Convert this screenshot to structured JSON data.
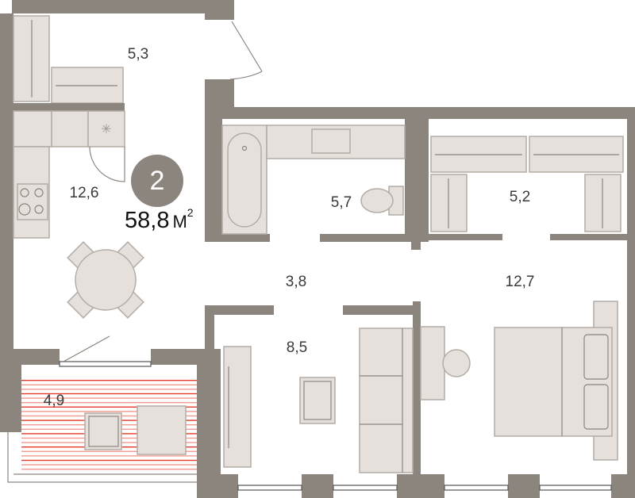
{
  "apartment": {
    "rooms_count": "2",
    "total_area": "58,8",
    "area_unit": "М",
    "area_unit_power": "2"
  },
  "rooms": [
    {
      "id": "hall",
      "area": "5,3"
    },
    {
      "id": "kitchen-living",
      "area": "12,6"
    },
    {
      "id": "bathroom",
      "area": "5,7"
    },
    {
      "id": "wardrobe",
      "area": "5,2"
    },
    {
      "id": "corridor",
      "area": "3,8"
    },
    {
      "id": "bedroom",
      "area": "12,7"
    },
    {
      "id": "room",
      "area": "8,5"
    },
    {
      "id": "balcony",
      "area": "4,9"
    }
  ],
  "colors": {
    "wall": "#8c857e",
    "furniture": "#e5e0dc",
    "balcony_stripe": "#e63a2a",
    "balcony_stripe_light": "#f29a90"
  }
}
